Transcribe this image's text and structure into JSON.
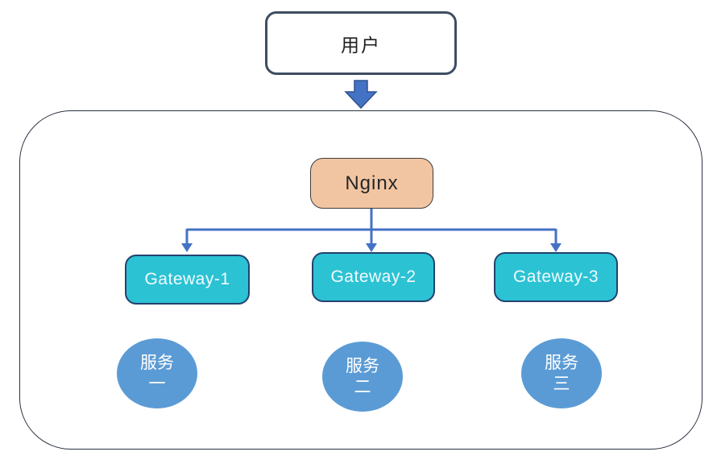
{
  "colors": {
    "canvas-bg": "#ffffff",
    "container-border": "#2b3342",
    "user-border": "#3f4d63",
    "user-text": "#1f1f1f",
    "block-arrow-fill": "#4472c4",
    "block-arrow-border": "#2f528f",
    "nginx-fill": "#f2c5a2",
    "nginx-border": "#3d3d3d",
    "nginx-text": "#262626",
    "connector": "#4472c4",
    "gateway-fill": "#2bc2d4",
    "gateway-border": "#24426e",
    "gateway-text": "#f2fbfd",
    "service-fill": "#5b9bd5",
    "service-text": "#ffffff"
  },
  "nodes": {
    "user": {
      "label": "用户"
    },
    "nginx": {
      "label": "Nginx"
    },
    "gateways": [
      {
        "label": "Gateway-1"
      },
      {
        "label": "Gateway-2"
      },
      {
        "label": "Gateway-3"
      }
    ],
    "services": [
      {
        "line1": "服务",
        "line2": "一"
      },
      {
        "line1": "服务",
        "line2": "二"
      },
      {
        "line1": "服务",
        "line2": "三"
      }
    ]
  }
}
